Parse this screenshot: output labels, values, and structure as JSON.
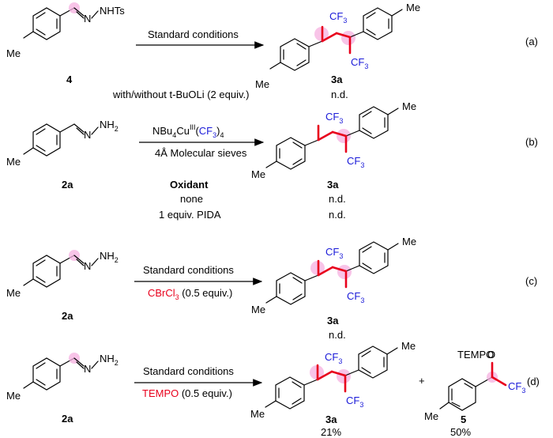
{
  "rows": [
    {
      "tag": "(a)",
      "start_label": "4",
      "start_group": "NHTs",
      "above_arrow": "Standard conditions",
      "below_arrow": "",
      "product_label": "3a",
      "note_left": "with/without t-BuOLi (2 equiv.)",
      "note_right": "n.d."
    },
    {
      "tag": "(b)",
      "start_label": "2a",
      "start_group": "NH",
      "above_arrow_prefix": "NBu",
      "above_arrow_sub1": "4",
      "above_arrow_mid": "Cu",
      "above_arrow_sup": "III",
      "above_arrow_cf3": "CF",
      "above_arrow_sub2": "4",
      "below_arrow": "4Å Molecular sieves",
      "product_label": "3a",
      "oxidant_header": "Oxidant",
      "oxidant_rows": [
        {
          "oxidant": "none",
          "result": "n.d."
        },
        {
          "oxidant": "1 equiv. PIDA",
          "result": "n.d."
        }
      ]
    },
    {
      "tag": "(c)",
      "start_label": "2a",
      "start_group": "NH",
      "above_arrow": "Standard conditions",
      "below_arrow_red": "CBrCl",
      "below_arrow_sub": "3",
      "below_arrow_rest": " (0.5 equiv.)",
      "product_label": "3a",
      "note_right": "n.d."
    },
    {
      "tag": "(d)",
      "start_label": "2a",
      "start_group": "NH",
      "above_arrow": "Standard conditions",
      "below_arrow_red": "TEMPO",
      "below_arrow_rest": " (0.5 equiv.)",
      "product_label": "3a",
      "product_yield": "21%",
      "plus": "+",
      "side_product_label": "5",
      "side_product_yield": "50%",
      "side_group": "TEMPO"
    }
  ],
  "atoms": {
    "N": "N",
    "H2_sub": "2",
    "methyl": "Me",
    "cf3": "CF",
    "cf3_sub": "3",
    "mol_o": "O"
  },
  "colors": {
    "highlight": "#f6b0e0",
    "new_bond": "#e8001c",
    "cf3": "#1a1ad8",
    "reagent_red": "#e8001c"
  }
}
